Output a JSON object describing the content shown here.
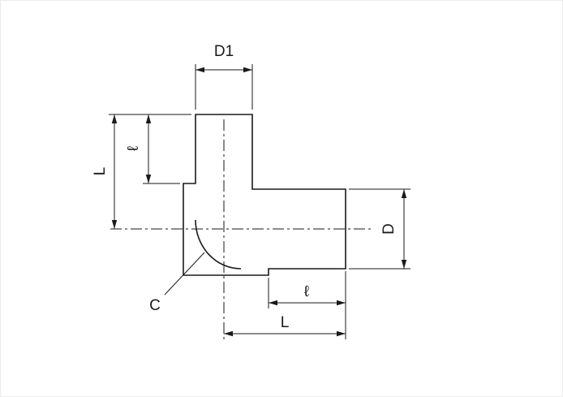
{
  "page": {
    "background": "#ffffff",
    "line_color": "#1a1a1a"
  },
  "drawing": {
    "labels": {
      "d1": "D1",
      "left_overall_length": "L",
      "left_stub_length": "ℓ",
      "corner": "C",
      "bottom_stub_length": "ℓ",
      "bottom_overall_length": "L",
      "right_diameter": "D"
    }
  }
}
